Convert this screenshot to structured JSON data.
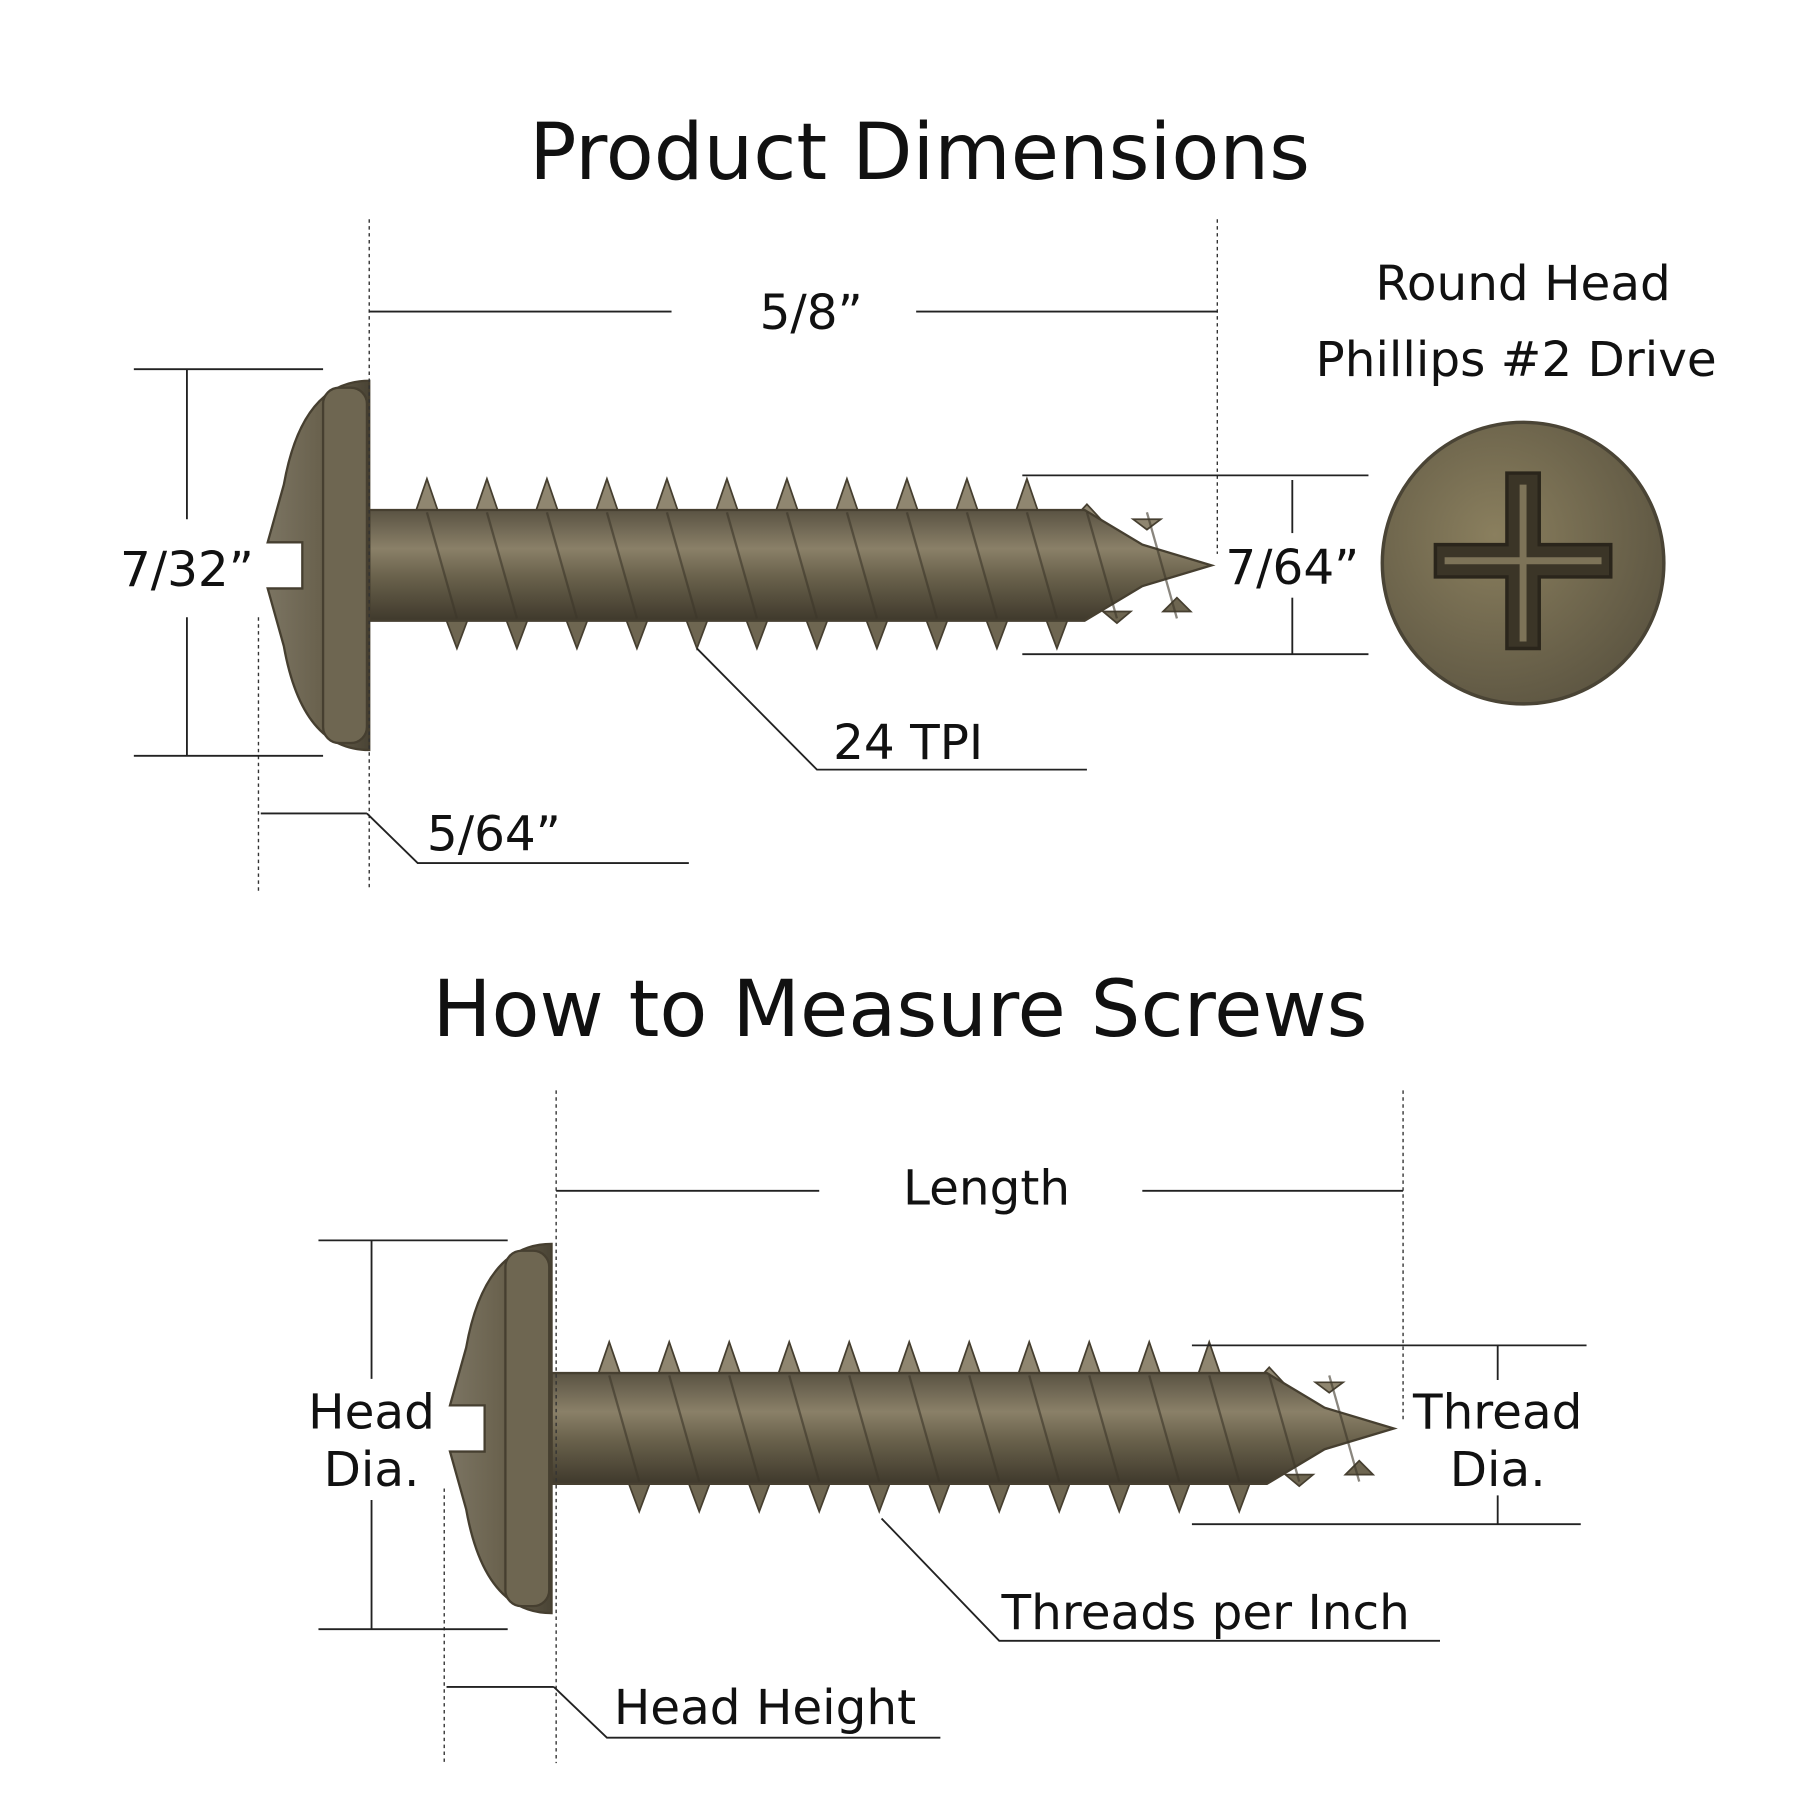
{
  "top": {
    "title": "Product Dimensions",
    "length": "5/8”",
    "head_diameter": "7/32”",
    "thread_diameter": "7/64”",
    "tpi": "24 TPI",
    "head_height": "5/64”",
    "head_type_line1": "Round Head",
    "head_type_line2": "Phillips #2 Drive"
  },
  "bottom": {
    "title": "How to Measure Screws",
    "length": "Length",
    "head_dia_line1": "Head",
    "head_dia_line2": "Dia.",
    "thread_dia_line1": "Thread",
    "thread_dia_line2": "Dia.",
    "tpi": "Threads per Inch",
    "head_height": "Head Height"
  },
  "colors": {
    "metal": "#6e6651",
    "metal_dark": "#463f30",
    "metal_light": "#8f8670"
  }
}
